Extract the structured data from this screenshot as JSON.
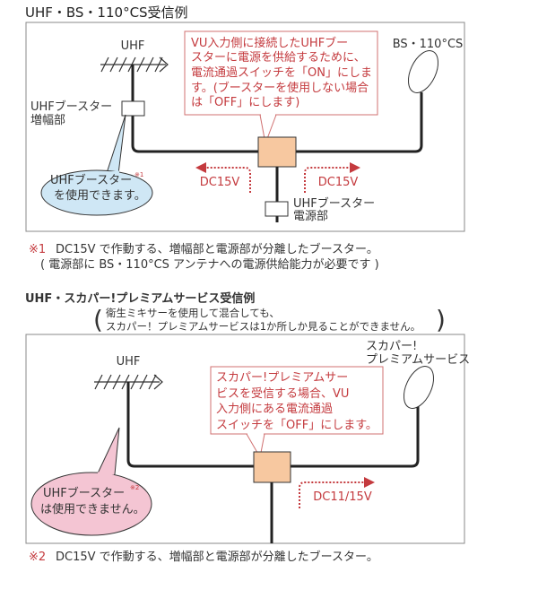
{
  "section1": {
    "title": "UHF・BS・110°CS受信例",
    "uhf_label": "UHF",
    "bs_label": "BS・110°CS",
    "amp_label_line1": "UHFブースター",
    "amp_label_line2": "増幅部",
    "power_label_line1": "UHFブースター",
    "power_label_line2": "電源部",
    "callout_lines": [
      "VU入力側に接続したUHFブー",
      "スターに電源を供給するために、",
      "電流通過スイッチを「ON」にしま",
      "す。(ブースターを使用しない場合",
      "は「OFF」にします)"
    ],
    "dc_left": "DC15V",
    "dc_right": "DC15V",
    "bubble_line1": "UHFブースター",
    "bubble_mark": "※1",
    "bubble_line2": "を使用できます。",
    "footnote_mark": "※1",
    "footnote_line1": "DC15V で作動する、増幅部と電源部が分離したブースター。",
    "footnote_line2": "( 電源部に BS・110°CS アンテナへの電源供給能力が必要です )"
  },
  "section2": {
    "title": "UHF・スカパー!プレミアムサービス受信例",
    "note_line1": "衛生ミキサーを使用して混合しても、",
    "note_line2": "スカパー！プレミアムサービスは1か所しか見ることができません。",
    "uhf_label": "UHF",
    "dish_label_line1": "スカパー!",
    "dish_label_line2": "プレミアムサービス",
    "callout_lines": [
      "スカパー!プレミアムサー",
      "ビスを受信する場合、VU",
      "入力側にある電流通過",
      "スイッチを「OFF」にします。"
    ],
    "dc_right": "DC11/15V",
    "bubble_line1": "UHFブースター",
    "bubble_mark": "※2",
    "bubble_line2": "は使用できません。",
    "footnote_mark": "※2",
    "footnote_line1": "DC15V で作動する、増幅部と電源部が分離したブースター。"
  },
  "colors": {
    "accent_red": "#c43a3e",
    "booster_fill": "#f7c8a0",
    "bubble_blue": "#cfe7f5",
    "bubble_pink": "#f4c5d3"
  }
}
